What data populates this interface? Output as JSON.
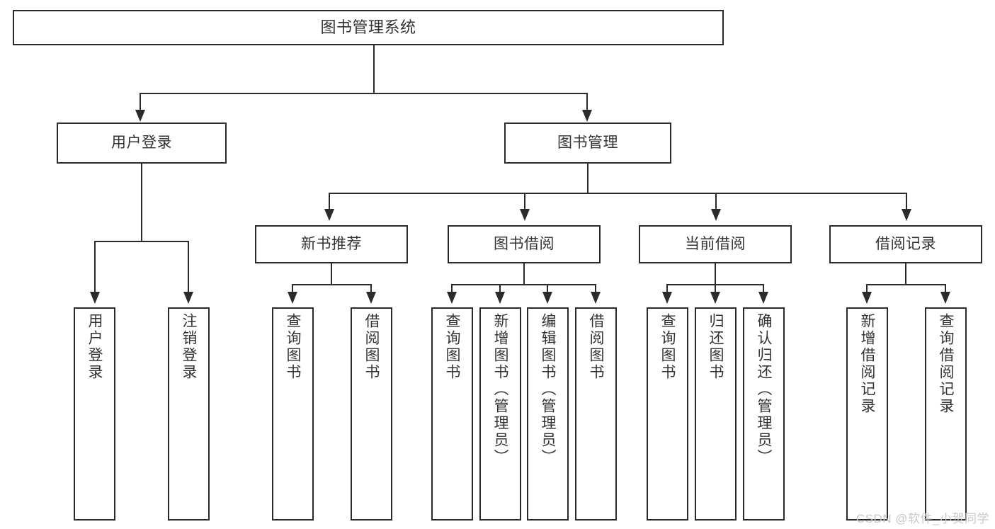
{
  "diagram": {
    "title": "图书管理系统",
    "watermark": "CSDN @软件_小贺同学",
    "type": "tree-hierarchy-diagram",
    "colors": {
      "stroke": "#2b2b2b",
      "box_fill": "#ffffff",
      "text": "#333333",
      "watermark": "#c9c9c9",
      "background": "#ffffff"
    },
    "levels": {
      "root": {
        "label": "图书管理系统"
      },
      "level2": [
        {
          "label": "用户登录"
        },
        {
          "label": "图书管理"
        }
      ],
      "level3": [
        {
          "label": "新书推荐"
        },
        {
          "label": "图书借阅"
        },
        {
          "label": "当前借阅"
        },
        {
          "label": "借阅记录"
        }
      ],
      "leaves": {
        "user_login": [
          {
            "label": "用户登录"
          },
          {
            "label": "注销登录"
          }
        ],
        "new_book_recommend": [
          {
            "label": "查询图书"
          },
          {
            "label": "借阅图书"
          }
        ],
        "book_borrow": [
          {
            "label": "查询图书"
          },
          {
            "label": "新增图书（管理员）"
          },
          {
            "label": "编辑图书（管理员）"
          },
          {
            "label": "借阅图书"
          }
        ],
        "current_borrow": [
          {
            "label": "查询图书"
          },
          {
            "label": "归还图书"
          },
          {
            "label": "确认归还（管理员）"
          }
        ],
        "borrow_record": [
          {
            "label": "新增借阅记录"
          },
          {
            "label": "查询借阅记录"
          }
        ]
      }
    }
  }
}
